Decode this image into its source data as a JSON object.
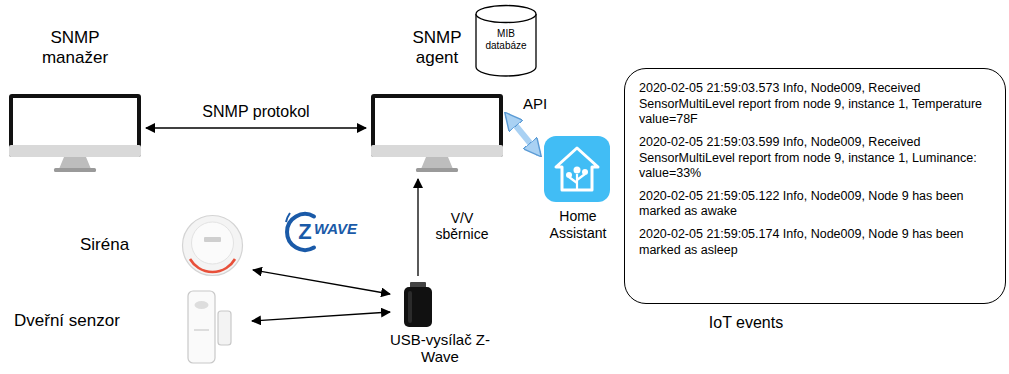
{
  "diagram": {
    "nodes": [
      {
        "text": [
          "SNMP manažer"
        ]
      },
      {
        "text": [
          "SNMP agent"
        ]
      },
      {
        "text": [
          "MIB databáze"
        ]
      },
      {
        "text": [
          "Home Assistant"
        ]
      },
      {
        "text": [
          "2020-02-05 21:59:03.573 Info, Node009, Received SensorMultiLevel report from node 9, instance 1, Temperature value=78F",
          "2020-02-05 21:59:03.599 Info, Node009, Received SensorMultiLevel report from node 9, instance 1, Luminance: value=33%",
          "2020-02-05 21:59:05.122 Info, Node009, Node 9 has been marked as awake",
          "2020-02-05 21:59:05.174 Info, Node009, Node 9 has been marked as asleep",
          "IoT events"
        ]
      },
      {
        "text": [
          "Siréna"
        ]
      },
      {
        "text": [
          "Dveřní senzor"
        ]
      },
      {
        "text": [
          "USB-vysílač Z-Wave"
        ]
      }
    ],
    "edges": [
      {
        "from": 0,
        "to": 1,
        "arrow": "both",
        "label": "SNMP protokol"
      },
      {
        "from": 1,
        "to": 3,
        "arrow": "both",
        "label": "API"
      },
      {
        "from": 7,
        "to": 1,
        "arrow": "to",
        "label": "V/V sběrnice"
      },
      {
        "from": 5,
        "to": 7,
        "arrow": "both"
      },
      {
        "from": 6,
        "to": 7,
        "arrow": "both"
      }
    ],
    "labels": [
      "Z",
      "WAVE"
    ]
  }
}
